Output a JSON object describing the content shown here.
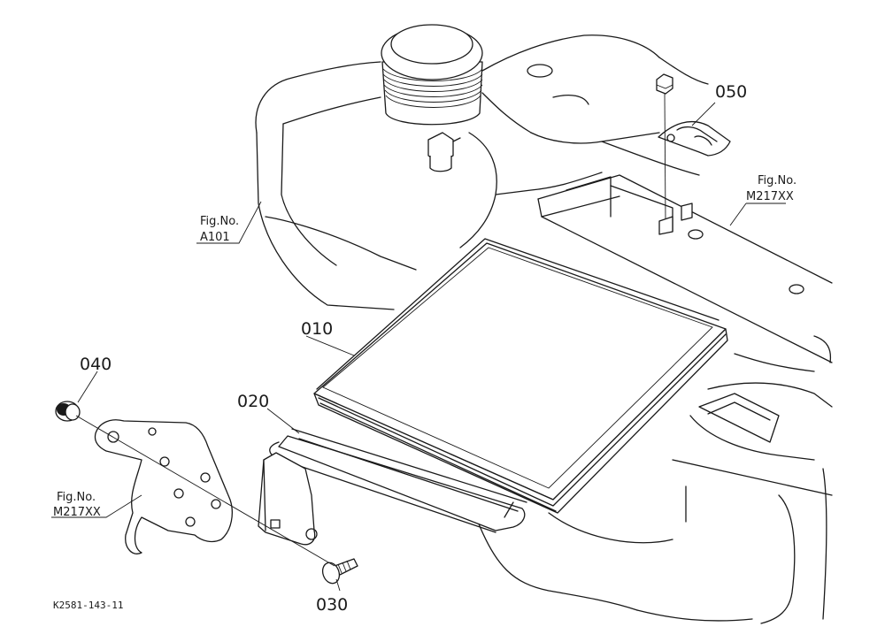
{
  "callouts": {
    "p010": "010",
    "p020": "020",
    "p030": "030",
    "p040": "040",
    "p050": "050"
  },
  "refs": {
    "a101_label": "Fig.No.",
    "a101_number": "A101",
    "m217_right_label": "Fig.No.",
    "m217_right_number": "M217XX",
    "m217_left_label": "Fig.No.",
    "m217_left_number": "M217XX"
  },
  "drawing_code": "K2581-143-11"
}
